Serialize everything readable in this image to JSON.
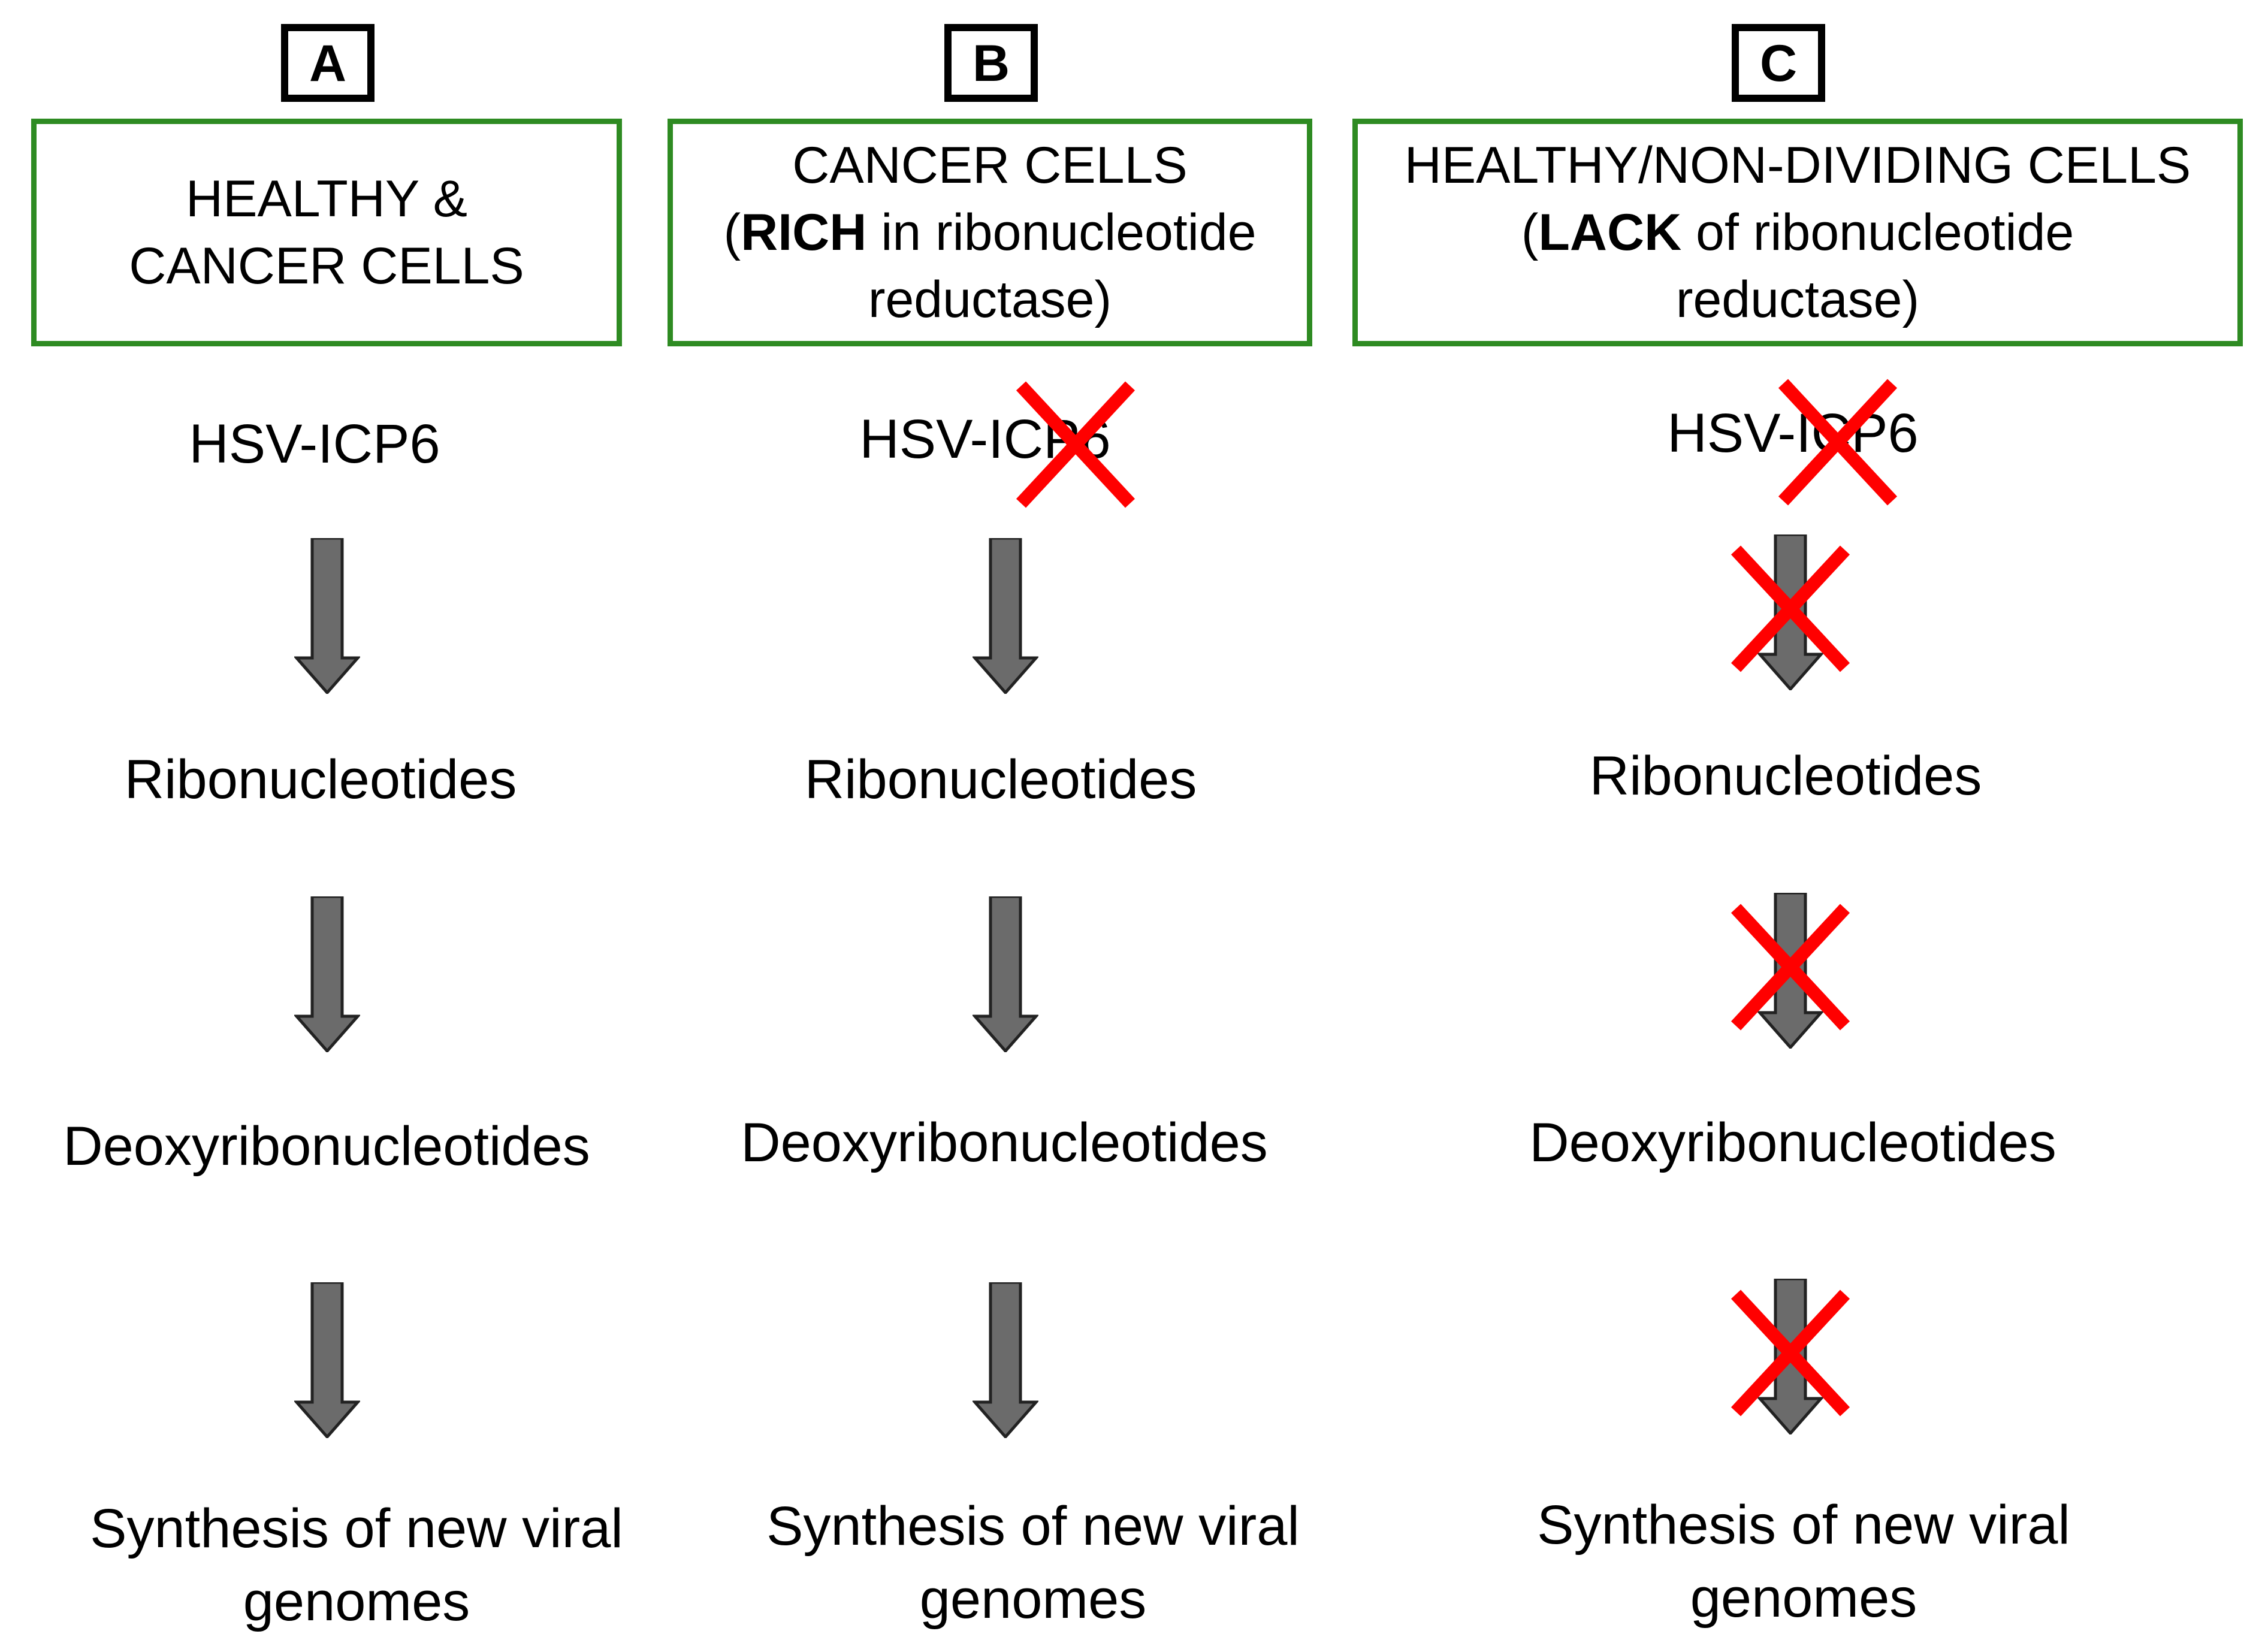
{
  "panels": [
    {
      "id": "A",
      "header_lines": [
        "HEALTHY &",
        "CANCER CELLS"
      ],
      "steps": [
        "HSV-ICP6",
        "Ribonucleotides",
        "Deoxyribonucleotides",
        "Synthesis of new viral\ngenomes"
      ],
      "blocked": {
        "icp6": false,
        "arrows": [
          false,
          false,
          false
        ]
      }
    },
    {
      "id": "B",
      "header_lines": [
        "CANCER CELLS",
        "(|RICH| in ribonucleotide",
        "reductase)"
      ],
      "header_parts": {
        "line1": "CANCER CELLS",
        "line2_pre": "(",
        "line2_bold": "RICH",
        "line2_post": " in ribonucleotide",
        "line3": "reductase)"
      },
      "steps": [
        "HSV-ICP6",
        "Ribonucleotides",
        "Deoxyribonucleotides",
        "Synthesis of new viral\ngenomes"
      ],
      "blocked": {
        "icp6": true,
        "arrows": [
          false,
          false,
          false
        ]
      }
    },
    {
      "id": "C",
      "header_parts": {
        "line1": "HEALTHY/NON-DIVIDING CELLS",
        "line2_pre": "(",
        "line2_bold": "LACK",
        "line2_post": " of ribonucleotide",
        "line3": "reductase)"
      },
      "steps": [
        "HSV-ICP6",
        "Ribonucleotides",
        "Deoxyribonucleotides",
        "Synthesis of new viral\ngenomes"
      ],
      "blocked": {
        "icp6": true,
        "arrows": [
          true,
          true,
          true
        ]
      }
    }
  ],
  "colors": {
    "box_border": "#2e8b22",
    "arrow_fill": "#6b6b6b",
    "cross": "#ff0000"
  }
}
